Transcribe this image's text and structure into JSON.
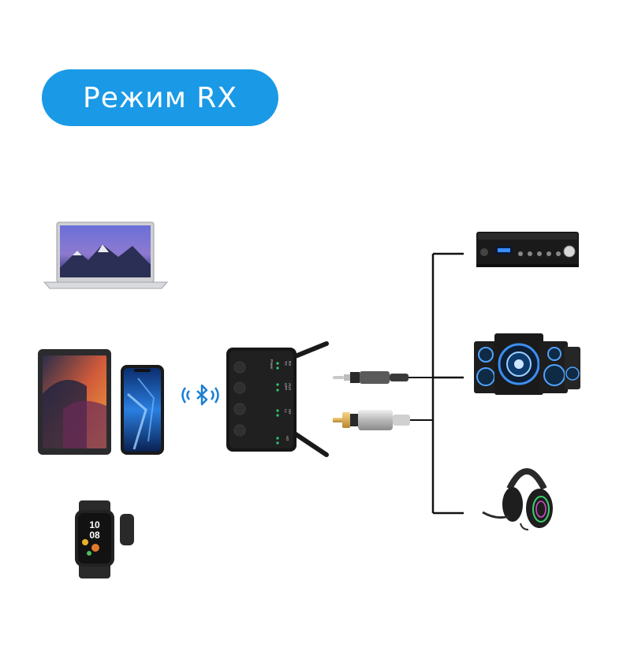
{
  "mode_label": "Режим RX",
  "watch": {
    "time_hours": "10",
    "time_minutes": "08"
  },
  "device_labels": {
    "power": "Power",
    "tx": "TX",
    "rx": "RX",
    "opt": "OPT",
    "aux": "AUX",
    "ll": "LL",
    "hd": "HD",
    "ad": "AD"
  },
  "colors": {
    "accent": "#1a9ae6",
    "bluetooth": "#1a7fd4",
    "wire": "#111111"
  },
  "icons": [
    "bluetooth-icon"
  ]
}
